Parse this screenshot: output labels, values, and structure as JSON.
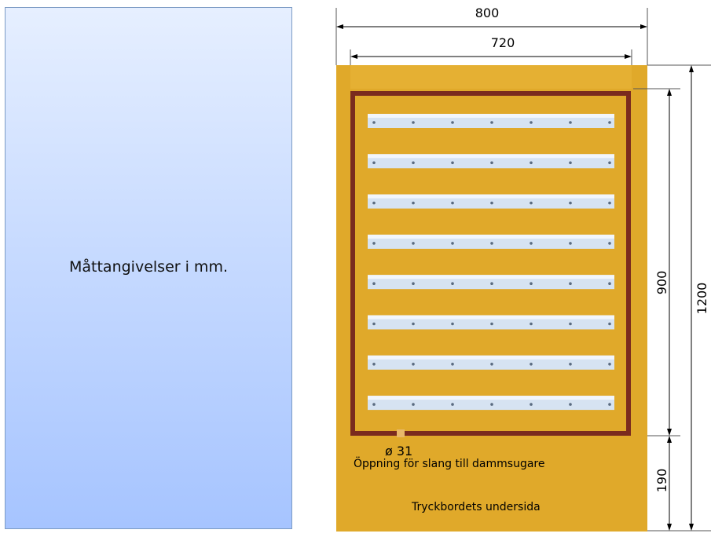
{
  "note": {
    "text": "Måttangivelser i mm."
  },
  "dimensions": {
    "total_width": "800",
    "inner_width": "720",
    "inner_height": "900",
    "total_height": "1200",
    "bottom_height": "190"
  },
  "labels": {
    "diameter": "ø 31",
    "opening": "Öppning för slang till dammsugare",
    "underside": "Tryckbordets undersida"
  },
  "colors": {
    "board": "#e0a92a",
    "frame": "#7a2b1e",
    "rail": "#d6e3f2"
  },
  "rails": {
    "count": 8,
    "holes_per_rail": 7
  }
}
